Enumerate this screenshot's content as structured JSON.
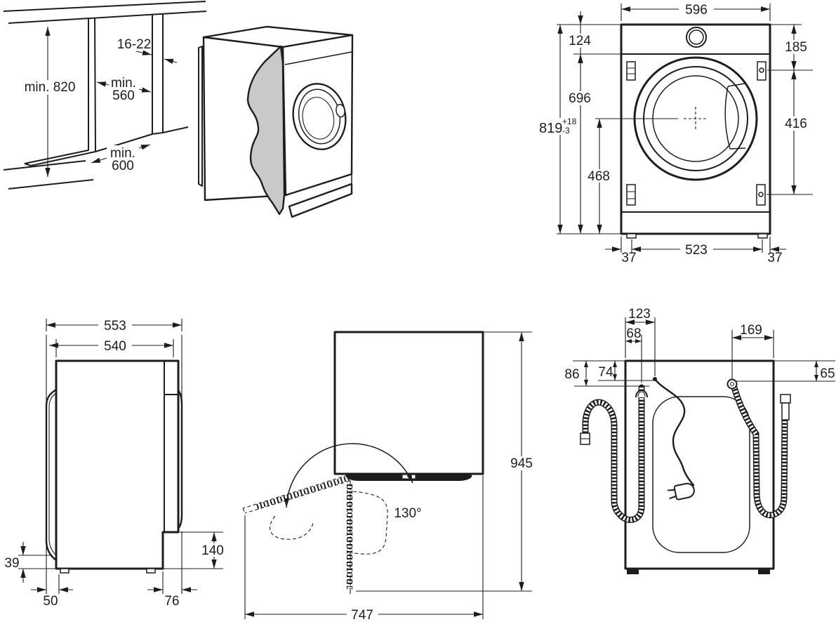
{
  "colors": {
    "line": "#1d1d1d",
    "torn_panel_gray": "#c8cac9",
    "background": "#ffffff"
  },
  "niche_view": {
    "min_height": "min. 820",
    "panel_thickness": "16-22",
    "min_depth_l1": "min.",
    "min_depth_l2": "560",
    "min_width_l1": "min.",
    "min_width_l2": "600"
  },
  "front_view": {
    "width": "596",
    "top_panel_height": "124",
    "hinge_top_offset": "185",
    "front_panel_height": "696",
    "height_value": "819",
    "height_tol_plus": "+18",
    "height_tol_minus": "-3",
    "hinge_hole_spacing": "416",
    "drum_center_height": "468",
    "foot_inset_left": "37",
    "foot_spacing": "523",
    "foot_inset_right": "37"
  },
  "side_view": {
    "depth_total": "553",
    "depth_body": "540",
    "front_gap": "39",
    "rear_recess_height": "140",
    "front_foot_offset": "50",
    "rear_foot_offset": "76"
  },
  "door_view": {
    "opening_height": "945",
    "door_angle": "130°",
    "opening_depth": "747"
  },
  "rear_view": {
    "cable_offset_x": "123",
    "drain_offset_x": "68",
    "inlet_offset_x": "169",
    "drain_offset_y": "86",
    "cable_offset_y": "74",
    "inlet_offset_y": "65"
  }
}
